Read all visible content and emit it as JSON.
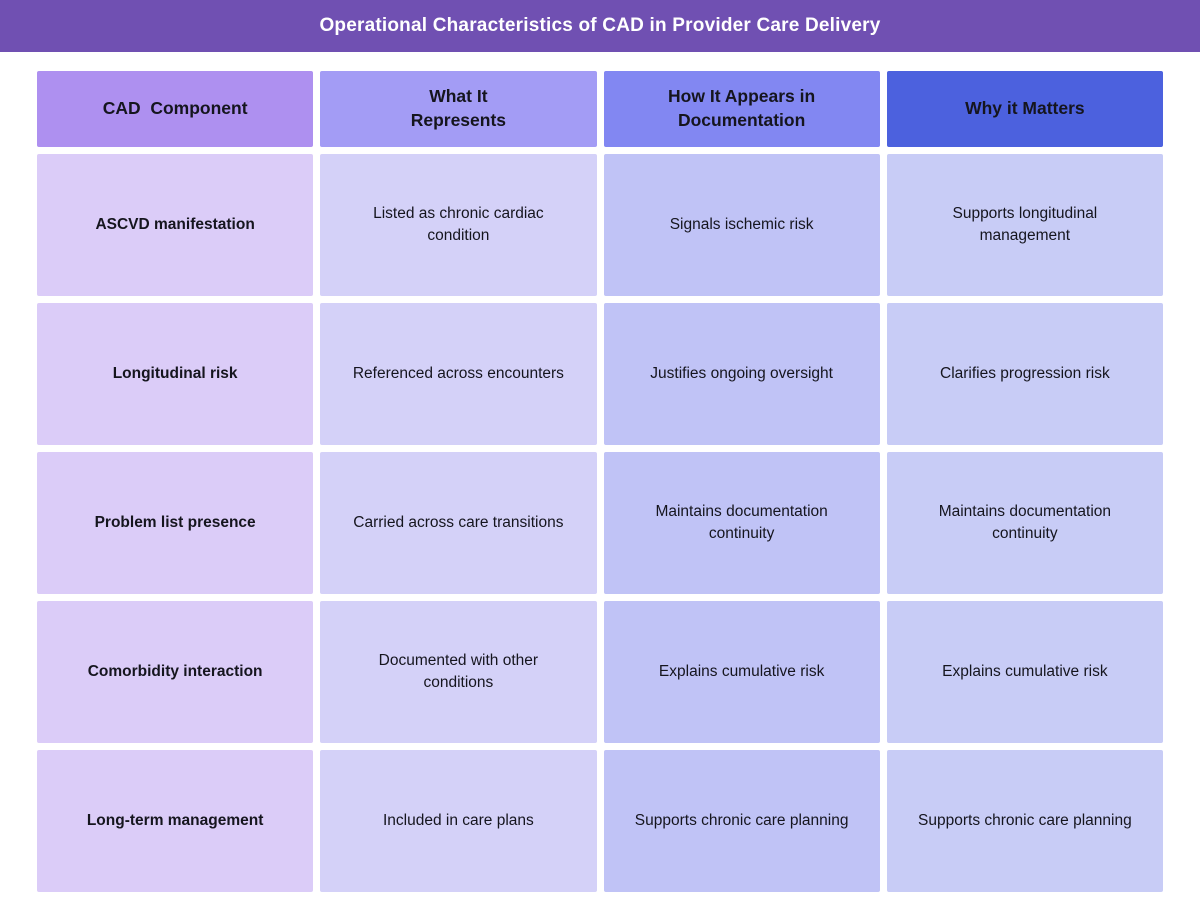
{
  "title_bar": {
    "title": "Operational Characteristics of CAD in Provider Care Delivery"
  },
  "table": {
    "headers": [
      "CAD  Component",
      "What It\nRepresents",
      "How It Appears in\nDocumentation",
      "Why it Matters"
    ],
    "rows": [
      [
        "ASCVD manifestation",
        "Listed as chronic cardiac condition",
        "Signals ischemic risk",
        "Supports longitudinal management"
      ],
      [
        "Longitudinal risk",
        "Referenced across encounters",
        "Justifies ongoing oversight",
        "Clarifies progression risk"
      ],
      [
        "Problem list presence",
        "Carried across care transitions",
        "Maintains documentation continuity",
        "Maintains documentation continuity"
      ],
      [
        "Comorbidity interaction",
        "Documented with other conditions",
        "Explains cumulative risk",
        "Explains cumulative risk"
      ],
      [
        "Long-term management",
        "Included in care plans",
        "Supports chronic care planning",
        "Supports chronic care planning"
      ]
    ]
  },
  "chart_data": {
    "type": "table",
    "title": "Operational Characteristics of CAD in Provider Care Delivery",
    "columns": [
      "CAD Component",
      "What It Represents",
      "How It Appears in Documentation",
      "Why it Matters"
    ],
    "rows": [
      [
        "ASCVD manifestation",
        "Listed as chronic cardiac condition",
        "Signals ischemic risk",
        "Supports longitudinal management"
      ],
      [
        "Longitudinal risk",
        "Referenced across encounters",
        "Justifies ongoing oversight",
        "Clarifies progression risk"
      ],
      [
        "Problem list presence",
        "Carried across care transitions",
        "Maintains documentation continuity",
        "Maintains documentation continuity"
      ],
      [
        "Comorbidity interaction",
        "Documented with other conditions",
        "Explains cumulative risk",
        "Explains cumulative risk"
      ],
      [
        "Long-term management",
        "Included in care plans",
        "Supports chronic care planning",
        "Supports chronic care planning"
      ]
    ]
  },
  "colors": {
    "title_bar": "#7050b2",
    "header_col1": "#ae90f0",
    "header_col2": "#a39cf5",
    "header_col3": "#8287f2",
    "header_col4": "#4c61de",
    "body_col1": "#dbccf8",
    "body_col2": "#d4d1f8",
    "body_col3": "#c0c3f6",
    "body_col4": "#c8ccf6",
    "title_text": "#ffffff",
    "cell_text": "#15151e"
  }
}
